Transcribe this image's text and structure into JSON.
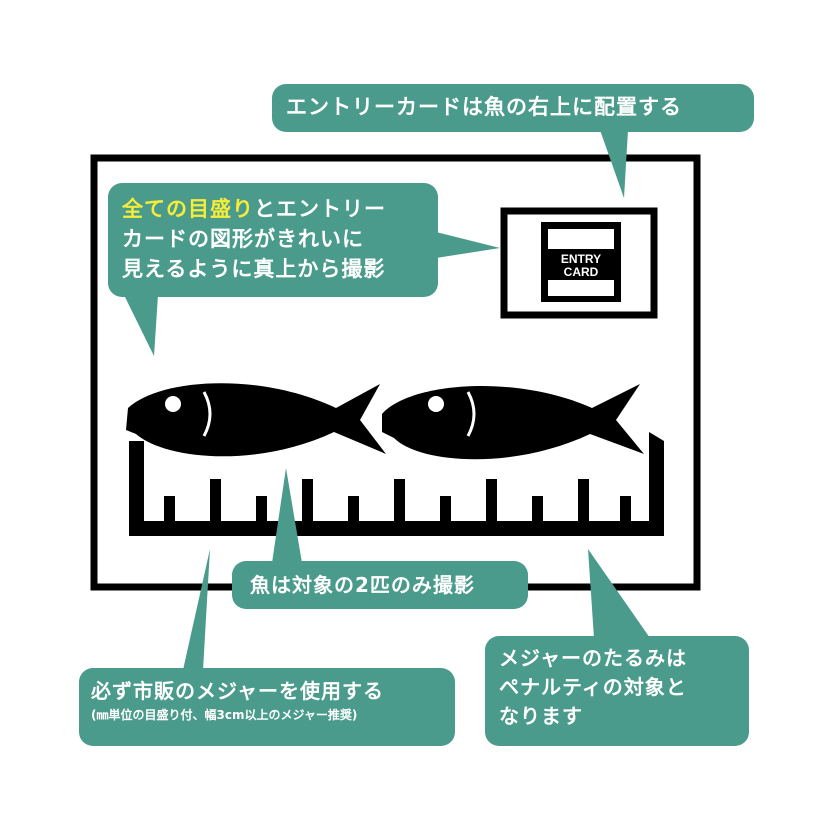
{
  "callouts": {
    "entry_card_position": "エントリーカードは魚の右上に配置する",
    "graduations": {
      "highlight": "全ての目盛り",
      "line1_rest": "とエントリー",
      "line2": "カードの図形がきれいに",
      "line3": "見えるように真上から撮影"
    },
    "fish_count": "魚は対象の2匹のみ撮影",
    "tape": {
      "main": "必ず市販のメジャーを使用する",
      "sub": "(㎜単位の目盛り付、幅3cm以上のメジャー推奨)"
    },
    "slack": {
      "line1": "メジャーのたるみは",
      "line2": "ペナルティの対象と",
      "line3": "なります"
    }
  },
  "entry_card": {
    "line1": "ENTRY",
    "line2": "CARD"
  },
  "colors": {
    "callout_bg": "#4a9b8b",
    "callout_text": "#ffffff",
    "highlight": "#f6ec3a",
    "ink": "#000000"
  },
  "icons": [
    "fish-icon",
    "fish-icon",
    "measuring-tape-icon",
    "entry-card-icon"
  ]
}
